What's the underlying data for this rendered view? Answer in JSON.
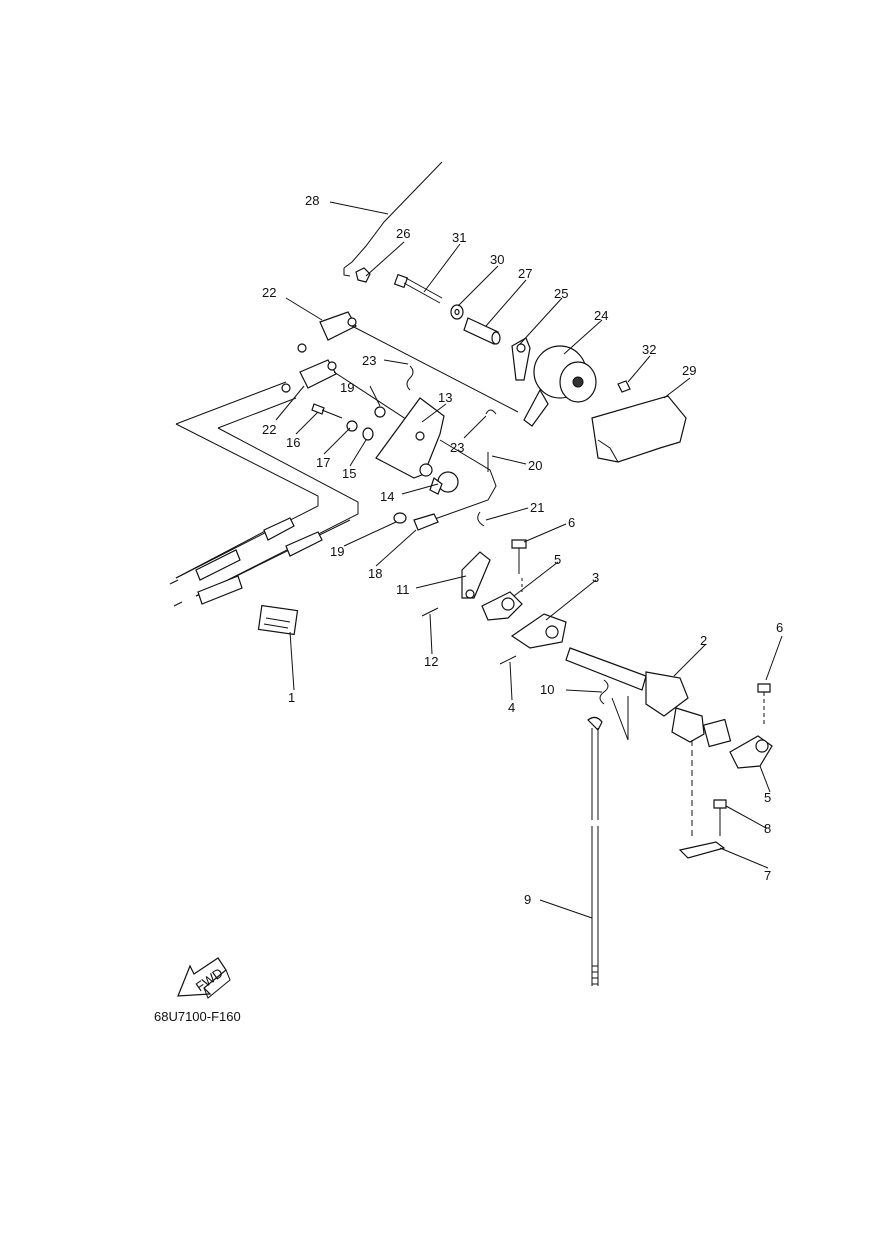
{
  "diagram": {
    "code": "68U7100-F160",
    "fwd_label": "FWD",
    "callouts": [
      "28",
      "26",
      "31",
      "30",
      "27",
      "25",
      "24",
      "22",
      "32",
      "29",
      "23",
      "19",
      "13",
      "22",
      "16",
      "17",
      "15",
      "23",
      "20",
      "14",
      "21",
      "6",
      "19",
      "18",
      "5",
      "3",
      "11",
      "12",
      "4",
      "2",
      "6",
      "10",
      "5",
      "8",
      "7",
      "9",
      "1"
    ]
  }
}
